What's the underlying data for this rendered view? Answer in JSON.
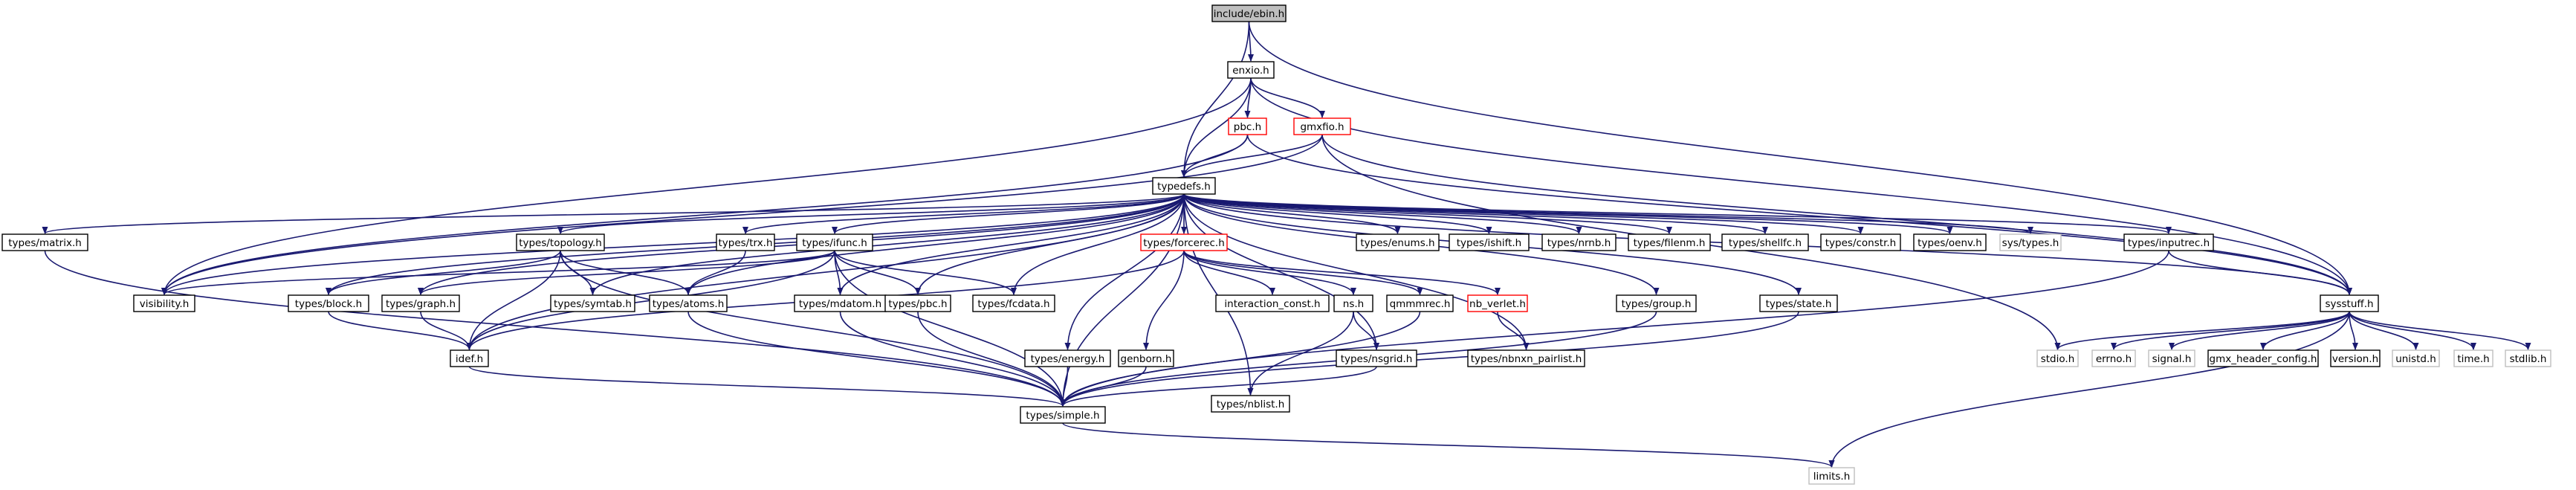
{
  "colors": {
    "edge": "#191970",
    "root_fill": "#bfbfbf",
    "border_normal": "#000000",
    "border_red": "#ff0000",
    "border_gray": "#bfbfbf",
    "fill": "#ffffff"
  },
  "diagram": {
    "nodes": [
      {
        "id": "ebin",
        "label": "include/ebin.h",
        "style": "root"
      },
      {
        "id": "enxio",
        "label": "enxio.h",
        "style": "normal"
      },
      {
        "id": "pbc",
        "label": "pbc.h",
        "style": "red"
      },
      {
        "id": "gmxfio",
        "label": "gmxfio.h",
        "style": "red"
      },
      {
        "id": "typedefs",
        "label": "typedefs.h",
        "style": "normal"
      },
      {
        "id": "matrix",
        "label": "types/matrix.h",
        "style": "normal"
      },
      {
        "id": "visibility",
        "label": "visibility.h",
        "style": "normal"
      },
      {
        "id": "topology",
        "label": "types/topology.h",
        "style": "normal"
      },
      {
        "id": "trx",
        "label": "types/trx.h",
        "style": "normal"
      },
      {
        "id": "ifunc",
        "label": "types/ifunc.h",
        "style": "normal"
      },
      {
        "id": "block",
        "label": "types/block.h",
        "style": "normal"
      },
      {
        "id": "graph",
        "label": "types/graph.h",
        "style": "normal"
      },
      {
        "id": "symtab",
        "label": "types/symtab.h",
        "style": "normal"
      },
      {
        "id": "atoms",
        "label": "types/atoms.h",
        "style": "normal"
      },
      {
        "id": "mdatom",
        "label": "types/mdatom.h",
        "style": "normal"
      },
      {
        "id": "tpbc",
        "label": "types/pbc.h",
        "style": "normal"
      },
      {
        "id": "fcdata",
        "label": "types/fcdata.h",
        "style": "normal"
      },
      {
        "id": "idef",
        "label": "idef.h",
        "style": "normal"
      },
      {
        "id": "forcerec",
        "label": "types/forcerec.h",
        "style": "red"
      },
      {
        "id": "interaction",
        "label": "interaction_const.h",
        "style": "normal"
      },
      {
        "id": "ns",
        "label": "ns.h",
        "style": "normal"
      },
      {
        "id": "qmmmrec",
        "label": "qmmmrec.h",
        "style": "normal"
      },
      {
        "id": "nbverlet",
        "label": "nb_verlet.h",
        "style": "red"
      },
      {
        "id": "genborn",
        "label": "genborn.h",
        "style": "normal"
      },
      {
        "id": "nblist",
        "label": "types/nblist.h",
        "style": "normal"
      },
      {
        "id": "nsgrid",
        "label": "types/nsgrid.h",
        "style": "normal"
      },
      {
        "id": "nbnxn",
        "label": "types/nbnxn_pairlist.h",
        "style": "normal"
      },
      {
        "id": "energy",
        "label": "types/energy.h",
        "style": "normal"
      },
      {
        "id": "group",
        "label": "types/group.h",
        "style": "normal"
      },
      {
        "id": "enums",
        "label": "types/enums.h",
        "style": "normal"
      },
      {
        "id": "ishift",
        "label": "types/ishift.h",
        "style": "normal"
      },
      {
        "id": "nrnb",
        "label": "types/nrnb.h",
        "style": "normal"
      },
      {
        "id": "filenm",
        "label": "types/filenm.h",
        "style": "normal"
      },
      {
        "id": "shellfc",
        "label": "types/shellfc.h",
        "style": "normal"
      },
      {
        "id": "constr",
        "label": "types/constr.h",
        "style": "normal"
      },
      {
        "id": "oenv",
        "label": "types/oenv.h",
        "style": "normal"
      },
      {
        "id": "systypes",
        "label": "sys/types.h",
        "style": "gray"
      },
      {
        "id": "inputrec",
        "label": "types/inputrec.h",
        "style": "normal"
      },
      {
        "id": "state",
        "label": "types/state.h",
        "style": "normal"
      },
      {
        "id": "sysstuff",
        "label": "sysstuff.h",
        "style": "normal"
      },
      {
        "id": "simple",
        "label": "types/simple.h",
        "style": "normal"
      },
      {
        "id": "stdio",
        "label": "stdio.h",
        "style": "gray"
      },
      {
        "id": "errno",
        "label": "errno.h",
        "style": "gray"
      },
      {
        "id": "signal",
        "label": "signal.h",
        "style": "gray"
      },
      {
        "id": "gmxheader",
        "label": "gmx_header_config.h",
        "style": "normal"
      },
      {
        "id": "version",
        "label": "version.h",
        "style": "normal"
      },
      {
        "id": "unistd",
        "label": "unistd.h",
        "style": "gray"
      },
      {
        "id": "time",
        "label": "time.h",
        "style": "gray"
      },
      {
        "id": "stdlib",
        "label": "stdlib.h",
        "style": "gray"
      },
      {
        "id": "limits",
        "label": "limits.h",
        "style": "gray"
      }
    ],
    "edges": [
      [
        "ebin",
        "enxio"
      ],
      [
        "ebin",
        "typedefs"
      ],
      [
        "ebin",
        "sysstuff"
      ],
      [
        "enxio",
        "pbc"
      ],
      [
        "enxio",
        "gmxfio"
      ],
      [
        "enxio",
        "typedefs"
      ],
      [
        "enxio",
        "visibility"
      ],
      [
        "enxio",
        "sysstuff"
      ],
      [
        "pbc",
        "typedefs"
      ],
      [
        "pbc",
        "visibility"
      ],
      [
        "pbc",
        "sysstuff"
      ],
      [
        "gmxfio",
        "typedefs"
      ],
      [
        "gmxfio",
        "visibility"
      ],
      [
        "gmxfio",
        "sysstuff"
      ],
      [
        "gmxfio",
        "stdio"
      ],
      [
        "typedefs",
        "matrix"
      ],
      [
        "typedefs",
        "visibility"
      ],
      [
        "typedefs",
        "topology"
      ],
      [
        "typedefs",
        "trx"
      ],
      [
        "typedefs",
        "ifunc"
      ],
      [
        "typedefs",
        "block"
      ],
      [
        "typedefs",
        "graph"
      ],
      [
        "typedefs",
        "symtab"
      ],
      [
        "typedefs",
        "atoms"
      ],
      [
        "typedefs",
        "mdatom"
      ],
      [
        "typedefs",
        "tpbc"
      ],
      [
        "typedefs",
        "fcdata"
      ],
      [
        "typedefs",
        "idef"
      ],
      [
        "typedefs",
        "forcerec"
      ],
      [
        "typedefs",
        "nblist"
      ],
      [
        "typedefs",
        "nsgrid"
      ],
      [
        "typedefs",
        "nbnxn"
      ],
      [
        "typedefs",
        "energy"
      ],
      [
        "typedefs",
        "group"
      ],
      [
        "typedefs",
        "enums"
      ],
      [
        "typedefs",
        "ishift"
      ],
      [
        "typedefs",
        "nrnb"
      ],
      [
        "typedefs",
        "filenm"
      ],
      [
        "typedefs",
        "shellfc"
      ],
      [
        "typedefs",
        "constr"
      ],
      [
        "typedefs",
        "oenv"
      ],
      [
        "typedefs",
        "systypes"
      ],
      [
        "typedefs",
        "inputrec"
      ],
      [
        "typedefs",
        "state"
      ],
      [
        "typedefs",
        "sysstuff"
      ],
      [
        "typedefs",
        "simple"
      ],
      [
        "matrix",
        "simple"
      ],
      [
        "topology",
        "symtab"
      ],
      [
        "topology",
        "atoms"
      ],
      [
        "topology",
        "idef"
      ],
      [
        "topology",
        "block"
      ],
      [
        "topology",
        "simple"
      ],
      [
        "trx",
        "atoms"
      ],
      [
        "ifunc",
        "visibility"
      ],
      [
        "ifunc",
        "graph"
      ],
      [
        "ifunc",
        "mdatom"
      ],
      [
        "ifunc",
        "tpbc"
      ],
      [
        "ifunc",
        "fcdata"
      ],
      [
        "ifunc",
        "idef"
      ],
      [
        "ifunc",
        "simple"
      ],
      [
        "block",
        "idef"
      ],
      [
        "graph",
        "idef"
      ],
      [
        "idef",
        "simple"
      ],
      [
        "atoms",
        "simple"
      ],
      [
        "mdatom",
        "simple"
      ],
      [
        "tpbc",
        "simple"
      ],
      [
        "forcerec",
        "idef"
      ],
      [
        "forcerec",
        "interaction"
      ],
      [
        "forcerec",
        "ns"
      ],
      [
        "forcerec",
        "qmmmrec"
      ],
      [
        "forcerec",
        "nbverlet"
      ],
      [
        "forcerec",
        "genborn"
      ],
      [
        "ns",
        "nblist"
      ],
      [
        "ns",
        "nsgrid"
      ],
      [
        "qmmmrec",
        "simple"
      ],
      [
        "nbverlet",
        "nbnxn"
      ],
      [
        "genborn",
        "simple"
      ],
      [
        "nsgrid",
        "simple"
      ],
      [
        "energy",
        "simple"
      ],
      [
        "group",
        "simple"
      ],
      [
        "inputrec",
        "sysstuff"
      ],
      [
        "inputrec",
        "simple"
      ],
      [
        "state",
        "simple"
      ],
      [
        "sysstuff",
        "stdio"
      ],
      [
        "sysstuff",
        "errno"
      ],
      [
        "sysstuff",
        "signal"
      ],
      [
        "sysstuff",
        "gmxheader"
      ],
      [
        "sysstuff",
        "version"
      ],
      [
        "sysstuff",
        "unistd"
      ],
      [
        "sysstuff",
        "time"
      ],
      [
        "sysstuff",
        "stdlib"
      ],
      [
        "sysstuff",
        "limits"
      ],
      [
        "simple",
        "limits"
      ]
    ]
  }
}
